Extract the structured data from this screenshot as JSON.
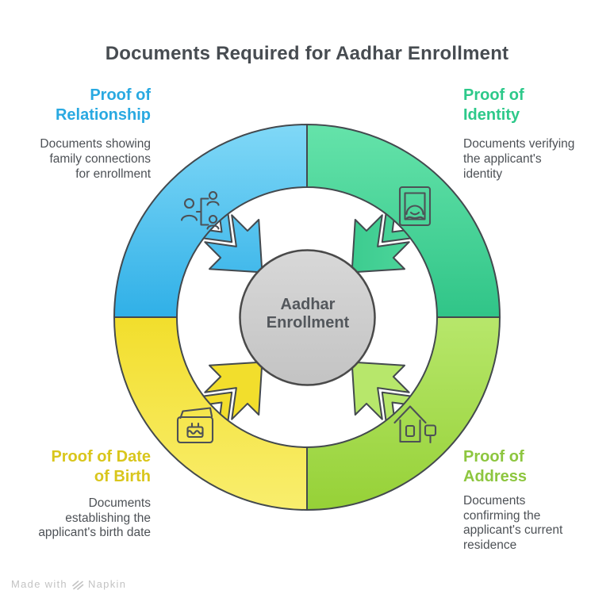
{
  "title": {
    "text": "Documents Required for Aadhar Enrollment",
    "color": "#474C51"
  },
  "center": {
    "line1": "Aadhar",
    "line2": "Enrollment",
    "fill_light": "#D8D8D8",
    "fill_dark": "#C3C3C3"
  },
  "quadrants": [
    {
      "id": "relationship",
      "position": "top-left",
      "accent": "#29A9E1",
      "fill_light": "#80D8F7",
      "fill_dark": "#2EAFE7",
      "heading": [
        "Proof of",
        "Relationship"
      ],
      "desc": [
        "Documents showing",
        "family connections",
        "for enrollment"
      ],
      "icon": "family-tree-icon"
    },
    {
      "id": "identity",
      "position": "top-right",
      "accent": "#2DC98A",
      "fill_light": "#65E3AA",
      "fill_dark": "#2FC487",
      "heading": [
        "Proof of",
        "Identity"
      ],
      "desc": [
        "Documents verifying",
        "the applicant's",
        "identity"
      ],
      "icon": "id-portrait-icon"
    },
    {
      "id": "address",
      "position": "bottom-right",
      "accent": "#8DC63F",
      "fill_light": "#B7E76B",
      "fill_dark": "#96D137",
      "heading": [
        "Proof of",
        "Address"
      ],
      "desc": [
        "Documents",
        "confirming the",
        "applicant's current",
        "residence"
      ],
      "icon": "house-pin-icon"
    },
    {
      "id": "date-of-birth",
      "position": "bottom-left",
      "accent": "#D9C61C",
      "fill_light": "#F9EE6E",
      "fill_dark": "#F2DE2C",
      "heading": [
        "Proof of Date",
        "of Birth"
      ],
      "desc": [
        "Documents",
        "establishing the",
        "applicant's birth date"
      ],
      "icon": "birthday-card-icon"
    }
  ],
  "footer": {
    "prefix": "Made with",
    "brand": "Napkin"
  }
}
